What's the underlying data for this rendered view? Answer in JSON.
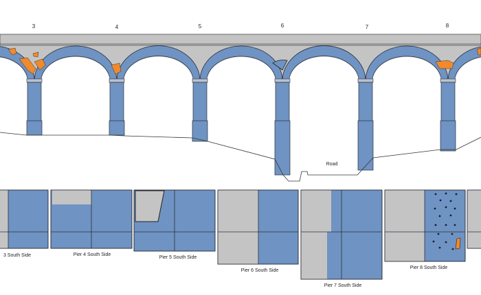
{
  "colors": {
    "masonry_blue": "#6f93c2",
    "deck_gray": "#c4c4c4",
    "damage_orange": "#f08a2c",
    "outline": "#2a2f3a"
  },
  "elevation": {
    "pier_numbers": [
      "3",
      "4",
      "5",
      "6",
      "7",
      "8"
    ],
    "road_label": "Road"
  },
  "panels": [
    {
      "label": "3 South Side"
    },
    {
      "label": "Pier 4 South Side"
    },
    {
      "label": "Pier 5 South Side"
    },
    {
      "label": "Pier 6 South Side"
    },
    {
      "label": "Pier 7 South Side"
    },
    {
      "label": "Pier 8 South Side"
    }
  ]
}
